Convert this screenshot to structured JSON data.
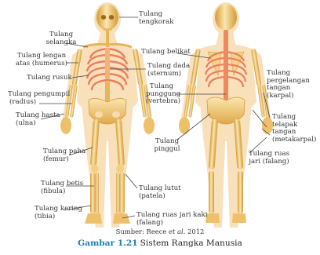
{
  "colors": {
    "bone": "#f1c66a",
    "bone_light": "#fbe6ae",
    "bone_dark": "#d39a35",
    "skin": "#f7dbb0",
    "rib": "#ee7e5c",
    "leader": "#444444",
    "caption_label": "#1d7bb0"
  },
  "labels_front": {
    "tengkorak": [
      "Tulang",
      "tengkorak"
    ],
    "selangka": [
      "Tulang",
      "selangka"
    ],
    "lengan_atas": [
      "Tulang lengan",
      "atas (humerus)"
    ],
    "rusuk": [
      "Tulang rusuk"
    ],
    "pengumpil": [
      "Tulang pengumpil",
      "(radius)"
    ],
    "hasta": [
      "Tulang hasta",
      "(ulna)"
    ],
    "paha": [
      "Tulang paha",
      "(femur)"
    ],
    "betis": [
      "Tulang betis",
      "(fibula)"
    ],
    "kering": [
      "Tulang kering",
      "(tibia)"
    ],
    "lutut": [
      "Tulang lutut",
      "(patela)"
    ],
    "ruas_kaki": [
      "Tulang ruas jari kaki",
      "(falang)"
    ]
  },
  "labels_mid": {
    "belikat": [
      "Tulang belikat"
    ],
    "dada": [
      "Tulang dada",
      "(sternum)"
    ],
    "punggung": [
      "Tulang",
      "punggung",
      "(vertebra)"
    ],
    "pinggul": [
      "Tulang",
      "pinggul"
    ]
  },
  "labels_back": {
    "pergelangan": [
      "Tulang",
      "pergelangan",
      "tangan",
      "(karpal)"
    ],
    "telapak": [
      "Tulang",
      "telapak",
      "tangan",
      "(metakarpal)"
    ],
    "ruas_tangan": [
      "Tulang ruas",
      "jari (falang)"
    ]
  },
  "source": {
    "prefix": "Sumber: Reece ",
    "italic": "et al.",
    "suffix": " 2012"
  },
  "caption": {
    "label": "Gambar 1.21",
    "text": "Sistem Rangka Manusia"
  }
}
